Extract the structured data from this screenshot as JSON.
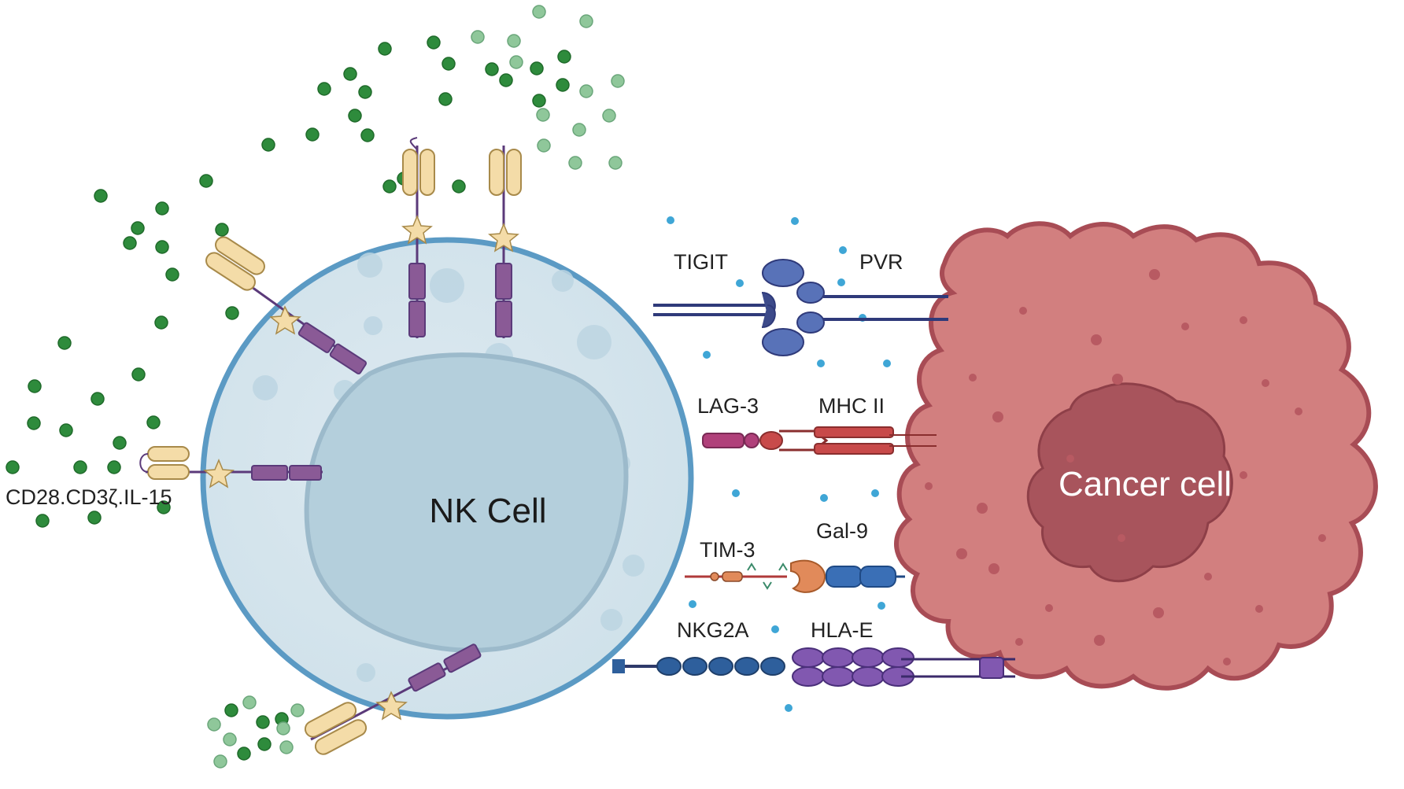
{
  "labels": {
    "nk_cell": "NK Cell",
    "cancer_cell": "Cancer cell",
    "car_construct": "CD28.CD3ζ.IL-15",
    "tigit": "TIGIT",
    "pvr": "PVR",
    "lag3": "LAG-3",
    "mhc2": "MHC II",
    "tim3": "TIM-3",
    "gal9": "Gal-9",
    "nkg2a": "NKG2A",
    "hlae": "HLA-E"
  },
  "colors": {
    "nk_membrane": "#5b9ac4",
    "nk_cytoplasm": "#d6e6ee",
    "nk_nucleus": "#b4cfdc",
    "cancer_body": "#d27f7f",
    "cancer_outline": "#a84c55",
    "cancer_nucleus": "#a8545c",
    "il15_dark": "#2e8b3c",
    "il15_light": "#8fc79a",
    "car_scfv": "#f4dca8",
    "car_domain": "#8a5a96",
    "receptor_blue": "#5872b8",
    "lag3_magenta": "#b0407a",
    "mhc_red": "#c84a4a",
    "gal9_blue": "#3a6fb6",
    "tim3_orange": "#e18a5a",
    "nkg2a_blue": "#2e5f9c",
    "hlae_purple": "#8158b0",
    "cytokine_blue": "#3fa6d6"
  }
}
